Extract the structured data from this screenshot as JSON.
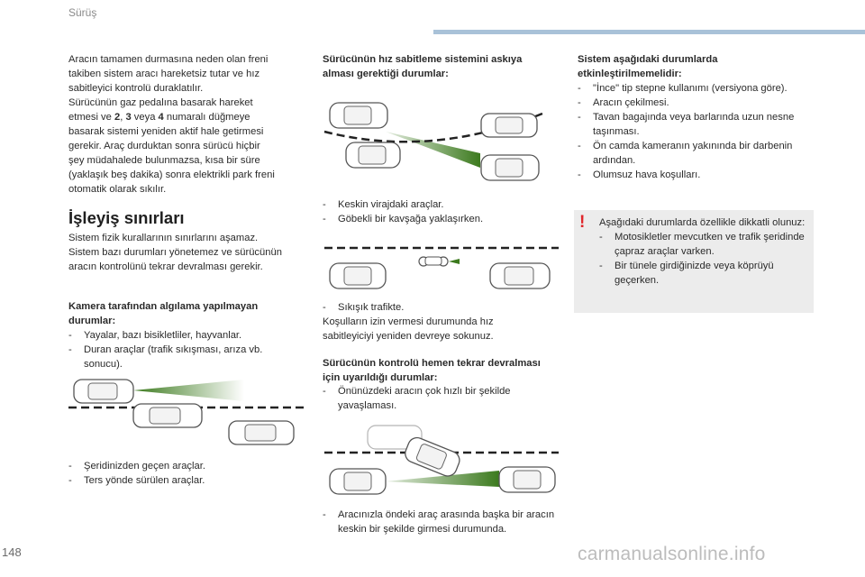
{
  "header": {
    "section": "Sürüş"
  },
  "page_number": "148",
  "watermark": "carmanualsonline.info",
  "col1": {
    "intro_lines": [
      "Aracın tamamen durmasına neden olan freni",
      "takiben sistem aracı hareketsiz tutar ve hız",
      "sabitleyici kontrolü duraklatılır.",
      "Sürücünün gaz pedalına basarak hareket"
    ],
    "intro_mixed": {
      "a": "etmesi ve ",
      "b": "2",
      "c": ", ",
      "d": "3",
      "e": " veya ",
      "f": "4",
      "g": " numaralı düğmeye"
    },
    "intro_lines2": [
      "basarak sistemi yeniden aktif hale getirmesi",
      "gerekir. Araç durduktan sonra sürücü hiçbir",
      "şey müdahalede bulunmazsa, kısa bir süre",
      "(yaklaşık beş dakika) sonra elektrikli park freni",
      "otomatik olarak sıkılır."
    ],
    "limits_title": "İşleyiş sınırları",
    "limits_lines": [
      "Sistem fizik kurallarının sınırlarını aşamaz.",
      "Sistem bazı durumları yönetemez ve sürücünün",
      "aracın kontrolünü tekrar devralması gerekir."
    ],
    "camera_title_lines": [
      "Kamera tarafından algılama yapılmayan",
      "durumlar:"
    ],
    "camera_items": [
      "Yayalar, bazı bisikletliler, hayvanlar.",
      "Duran araçlar (trafik sıkışması, arıza vb. sonucu)."
    ],
    "lane_items": [
      "Şeridinizden geçen araçlar.",
      "Ters yönde sürülen araçlar."
    ]
  },
  "col2": {
    "suspend_title_lines": [
      "Sürücünün hız sabitleme sistemini askıya",
      "alması gerektiği durumlar:"
    ],
    "curve_items": [
      "Keskin virajdaki araçlar.",
      "Göbekli bir kavşağa yaklaşırken."
    ],
    "jam_item": "Sıkışık trafikte.",
    "resume_lines": [
      "Koşulların izin vermesi durumunda hız",
      "sabitleyiciyi yeniden devreye sokunuz."
    ],
    "takeover_title_lines": [
      "Sürücünün kontrolü hemen tekrar devralması",
      "için uyarıldığı durumlar:"
    ],
    "takeover_items": [
      "Önünüzdeki aracın çok hızlı bir şekilde yavaşlaması."
    ],
    "cutin_items": [
      "Aracınızla öndeki araç arasında başka bir aracın keskin bir şekilde girmesi durumunda."
    ]
  },
  "col3": {
    "title_lines": [
      "Sistem aşağıdaki durumlarda",
      "etkinleştirilmemelidir:"
    ],
    "items": [
      "\"İnce\" tip stepne kullanımı (versiyona göre).",
      "Aracın çekilmesi.",
      "Tavan bagajında veya barlarında uzun nesne taşınması.",
      "Ön camda kameranın yakınında bir darbenin ardından.",
      "Olumsuz hava koşulları."
    ],
    "warning": {
      "icon": "exclamation-icon",
      "intro": "Aşağıdaki durumlarda özellikle dikkatli olunuz:",
      "items": [
        "Motosikletler mevcutken ve trafik şeridinde çapraz araçlar varken.",
        "Bir tünele girdiğinizde veya köprüyü geçerken."
      ]
    }
  },
  "colors": {
    "accent_bar": "#a9c2d8",
    "warning_box": "#ececec",
    "warning_icon": "#e0262b",
    "beam": "#3c7a1e"
  }
}
